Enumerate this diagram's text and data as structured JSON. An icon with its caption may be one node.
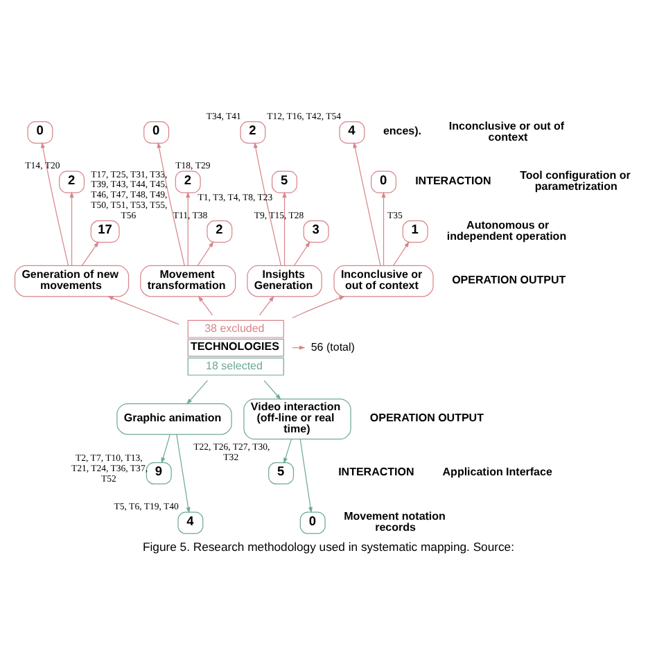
{
  "diagram": {
    "caption": "Figure 5. Research methodology used in systematic mapping. Source:",
    "nodes": [
      {
        "text": [
          "38 excluded",
          "TECHNOLOGIES",
          "18 selected"
        ]
      },
      {
        "text": [
          "56 (total)"
        ]
      },
      {
        "text": [
          "Generation of new movements"
        ]
      },
      {
        "text": [
          "Movement transformation"
        ]
      },
      {
        "text": [
          "Insights Generation"
        ]
      },
      {
        "text": [
          "Inconclusive or out of context"
        ]
      },
      {
        "text": [
          "0"
        ]
      },
      {
        "text": [
          "2"
        ],
        "beside": [
          "T14, T20"
        ]
      },
      {
        "text": [
          "17"
        ],
        "beside": [
          "T17, T25, T31, T33, T39, T43, T44, T45, T46, T47, T48, T49, T50, T51, T53, T55, T56"
        ]
      },
      {
        "text": [
          "0"
        ]
      },
      {
        "text": [
          "2"
        ],
        "beside": [
          "T18, T29"
        ]
      },
      {
        "text": [
          "2"
        ],
        "beside": [
          "T11, T38"
        ]
      },
      {
        "text": [
          "2"
        ],
        "beside": [
          "T34, T41"
        ]
      },
      {
        "text": [
          "5"
        ],
        "beside": [
          "T1, T3, T4, T8, T23"
        ]
      },
      {
        "text": [
          "3"
        ],
        "beside": [
          "T9, T15, T28"
        ]
      },
      {
        "text": [
          "4"
        ],
        "beside": [
          "T12, T16, T42, T54"
        ]
      },
      {
        "text": [
          "0"
        ]
      },
      {
        "text": [
          "1"
        ],
        "beside": [
          "T35"
        ]
      },
      {
        "text": [
          "Graphic animation"
        ]
      },
      {
        "text": [
          "Video interaction (off-line or real time)"
        ]
      },
      {
        "text": [
          "9"
        ],
        "beside": [
          "T2, T7, T10, T13, T21, T24, T36, T37, T52"
        ]
      },
      {
        "text": [
          "4"
        ],
        "beside": [
          "T5, T6, T19, T40"
        ]
      },
      {
        "text": [
          "5"
        ],
        "beside": [
          "T22, T26, T27, T30, T32"
        ]
      },
      {
        "text": [
          "0"
        ]
      }
    ],
    "edges": [
      {
        "from": 0,
        "to": 1,
        "arrow": "to"
      },
      {
        "from": 0,
        "to": 2,
        "arrow": "to"
      },
      {
        "from": 0,
        "to": 3,
        "arrow": "to"
      },
      {
        "from": 0,
        "to": 4,
        "arrow": "to"
      },
      {
        "from": 0,
        "to": 5,
        "arrow": "to"
      },
      {
        "from": 2,
        "to": 6,
        "arrow": "to"
      },
      {
        "from": 2,
        "to": 7,
        "arrow": "to"
      },
      {
        "from": 2,
        "to": 8,
        "arrow": "to"
      },
      {
        "from": 3,
        "to": 9,
        "arrow": "to"
      },
      {
        "from": 3,
        "to": 10,
        "arrow": "to"
      },
      {
        "from": 3,
        "to": 11,
        "arrow": "to"
      },
      {
        "from": 4,
        "to": 12,
        "arrow": "to"
      },
      {
        "from": 4,
        "to": 13,
        "arrow": "to"
      },
      {
        "from": 4,
        "to": 14,
        "arrow": "to"
      },
      {
        "from": 5,
        "to": 15,
        "arrow": "to"
      },
      {
        "from": 5,
        "to": 16,
        "arrow": "to"
      },
      {
        "from": 5,
        "to": 17,
        "arrow": "to"
      },
      {
        "from": 0,
        "to": 18,
        "arrow": "to",
        "color": "#6fa89a"
      },
      {
        "from": 0,
        "to": 19,
        "arrow": "to",
        "color": "#6fa89a"
      },
      {
        "from": 18,
        "to": 20,
        "arrow": "to",
        "color": "#6fa89a"
      },
      {
        "from": 18,
        "to": 21,
        "arrow": "to",
        "color": "#6fa89a"
      },
      {
        "from": 19,
        "to": 22,
        "arrow": "to",
        "color": "#6fa89a"
      },
      {
        "from": 19,
        "to": 23,
        "arrow": "to",
        "color": "#6fa89a"
      }
    ],
    "labels": [
      "ences).",
      "Inconclusive or out of context",
      "INTERACTION",
      "Tool configuration or parametrization",
      "Autonomous or independent operation",
      "OPERATION OUTPUT",
      "OPERATION OUTPUT",
      "INTERACTION",
      "Application Interface",
      "Movement notation records"
    ]
  }
}
